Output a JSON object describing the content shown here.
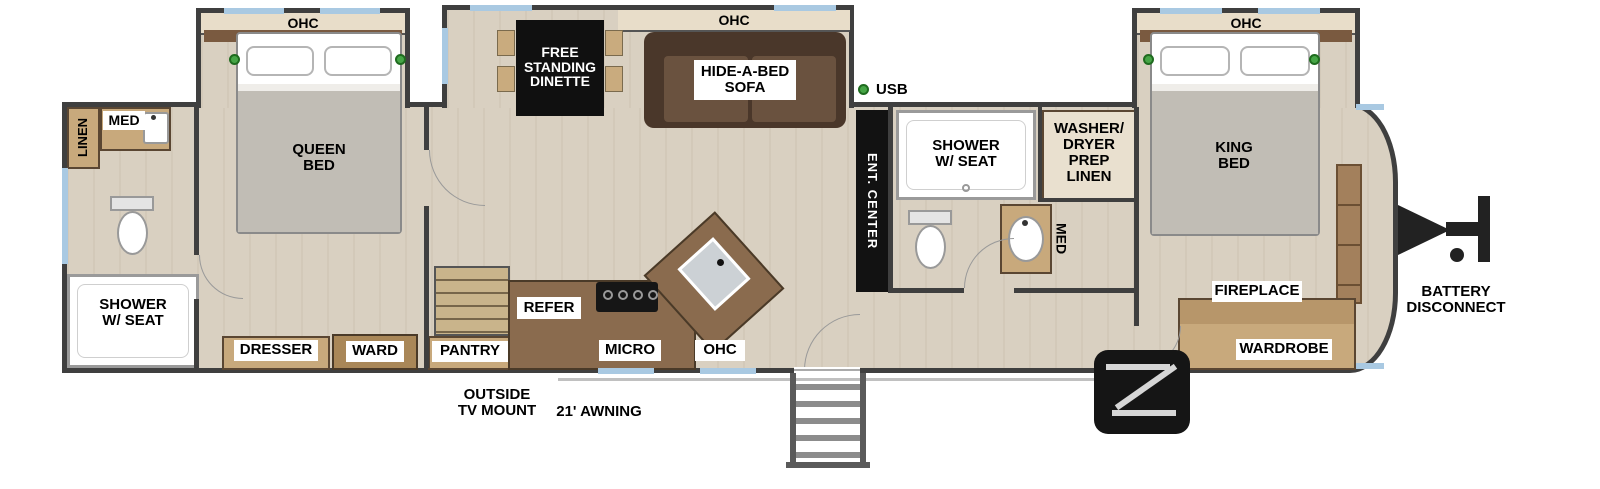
{
  "plan": {
    "rear_bath": {
      "linen_label": "LINEN",
      "med_label": "MED",
      "shower_label": "SHOWER\nW/ SEAT"
    },
    "rear_bedroom": {
      "ohc_label": "OHC",
      "bed_label": "QUEEN\nBED",
      "dresser_label": "DRESSER",
      "ward_label": "WARD"
    },
    "living": {
      "dinette_label": "FREE\nSTANDING\nDINETTE",
      "ohc_label": "OHC",
      "sofa_label": "HIDE-A-BED\nSOFA",
      "usb_label": "USB",
      "ent_center_label": "ENT. CENTER"
    },
    "kitchen": {
      "pantry_label": "PANTRY",
      "refer_label": "REFER",
      "micro_label": "MICRO",
      "ohc_label": "OHC"
    },
    "mid_bath": {
      "shower_label": "SHOWER\nW/ SEAT",
      "washer_dryer_label": "WASHER/\nDRYER\nPREP\nLINEN",
      "med_label": "MED"
    },
    "front_bedroom": {
      "ohc_label": "OHC",
      "bed_label": "KING\nBED",
      "fireplace_label": "FIREPLACE",
      "wardrobe_label": "WARDROBE"
    },
    "exterior": {
      "battery_label": "BATTERY\nDISCONNECT",
      "tv_mount_label": "OUTSIDE\nTV MOUNT",
      "awning_label": "21' AWNING"
    },
    "colors": {
      "wall": "#3f3f3f",
      "floor": "#d9d0c1",
      "window": "#a9c9e2",
      "accent_green": "#46a546",
      "cabinet_wood": "#c8a97c",
      "counter_wood": "#8a6b4e",
      "sofa_brown": "#5d4636"
    }
  }
}
